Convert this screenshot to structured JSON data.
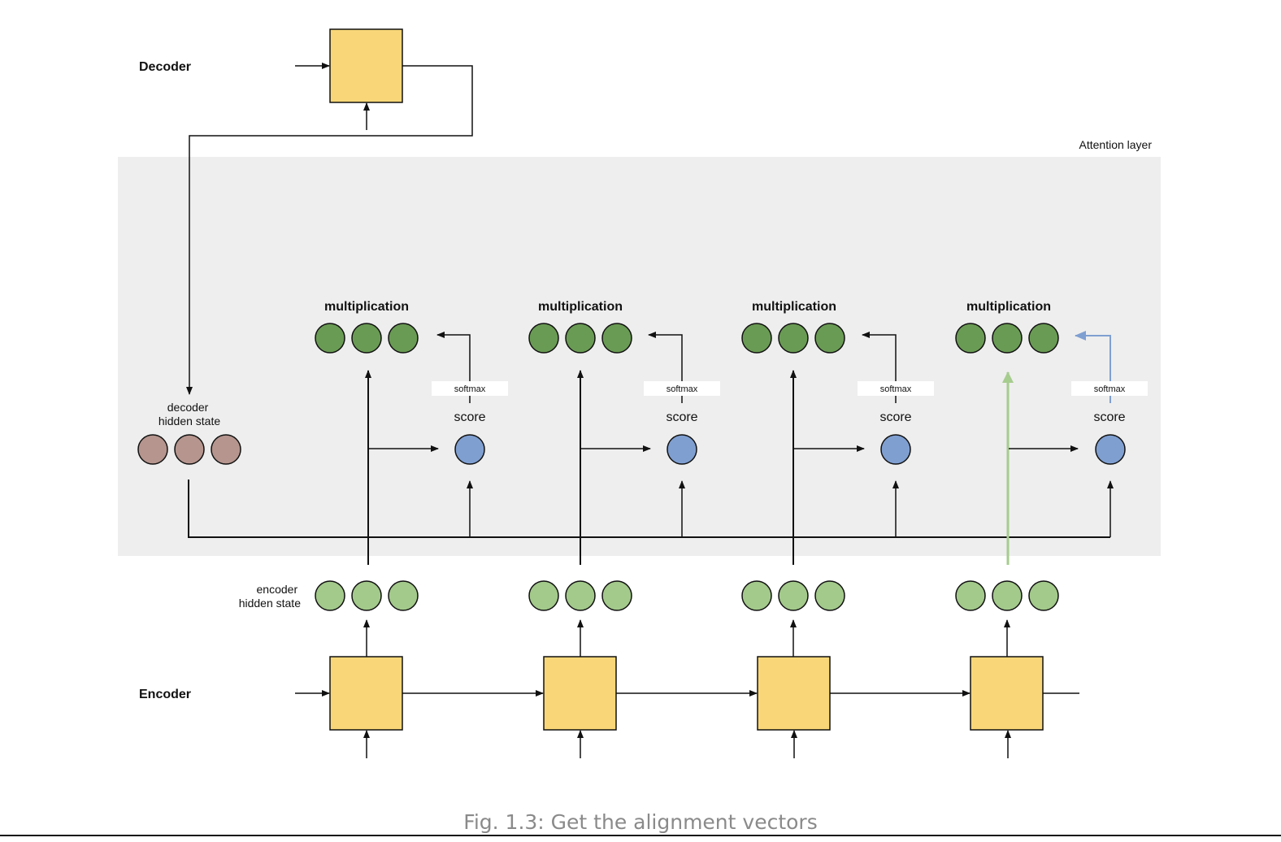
{
  "diagram": {
    "decoder_label": "Decoder",
    "encoder_label": "Encoder",
    "attention_layer_label": "Attention layer",
    "decoder_hidden_state_label": [
      "decoder",
      "hidden state"
    ],
    "encoder_hidden_state_label": [
      "encoder",
      "hidden state"
    ],
    "steps": [
      {
        "multiplication_label": "multiplication",
        "softmax_label": "softmax",
        "score_label": "score"
      },
      {
        "multiplication_label": "multiplication",
        "softmax_label": "softmax",
        "score_label": "score"
      },
      {
        "multiplication_label": "multiplication",
        "softmax_label": "softmax",
        "score_label": "score"
      },
      {
        "multiplication_label": "multiplication",
        "softmax_label": "softmax",
        "score_label": "score"
      }
    ],
    "highlighted_step": 3
  },
  "caption": "Fig. 1.3: Get the alignment vectors",
  "colors": {
    "rnn_cell": "#f9d778",
    "attention_bg": "#eeeeee",
    "multiplication_node": "#6a9b54",
    "encoder_hidden_node": "#a3c98b",
    "decoder_hidden_node": "#b5958e",
    "score_node": "#7f9fd1",
    "highlight_arrow_green": "#a6cc8e",
    "highlight_arrow_blue": "#7f9fd1",
    "line": "#111111"
  }
}
